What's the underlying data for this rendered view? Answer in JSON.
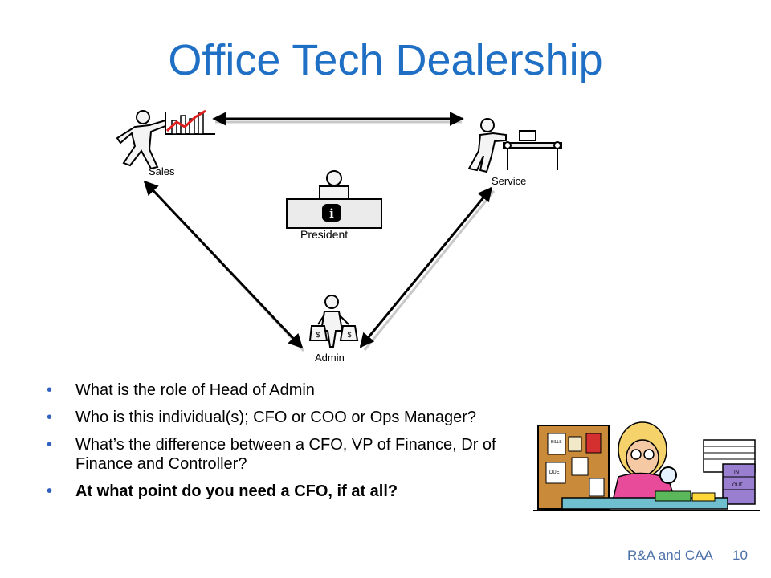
{
  "title": "Office Tech Dealership",
  "diagram": {
    "nodes": {
      "sales": "Sales",
      "service": "Service",
      "president": "President",
      "admin": "Admin"
    },
    "president_icon_glyph": "i",
    "money_glyph": "$"
  },
  "bullets": [
    {
      "text": "What is the role of Head of Admin"
    },
    {
      "text": "Who is this individual(s); CFO or COO or Ops Manager?"
    },
    {
      "text": "What’s the difference between a CFO, VP of Finance, Dr of Finance and Controller?"
    },
    {
      "text": "At what point do you need a CFO, if at all?"
    }
  ],
  "clipart": {
    "notes": [
      "BILLS",
      "DUE",
      "IN",
      "OUT"
    ]
  },
  "footer": {
    "left": "R&A and CAA",
    "page_number": "10"
  },
  "colors": {
    "title": "#1f6fc5",
    "bullet_dot": "#3060c0",
    "footer": "#4a6fa8"
  }
}
